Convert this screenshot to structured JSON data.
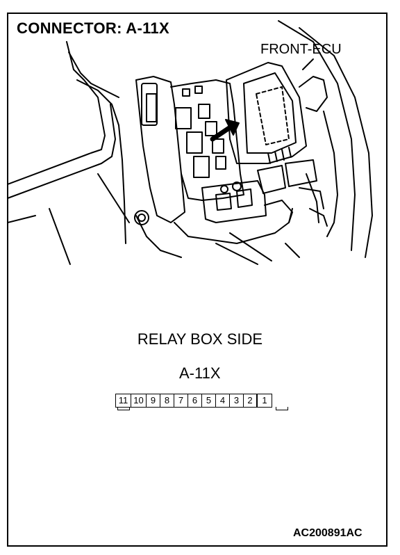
{
  "title": "CONNECTOR: A-11X",
  "ecu_label": "FRONT-ECU",
  "relay_label": "RELAY BOX SIDE",
  "connector_label": "A-11X",
  "pins": [
    "11",
    "10",
    "9",
    "8",
    "7",
    "6",
    "5",
    "4",
    "3",
    "2",
    "1"
  ],
  "figure_code": "AC200891AC"
}
